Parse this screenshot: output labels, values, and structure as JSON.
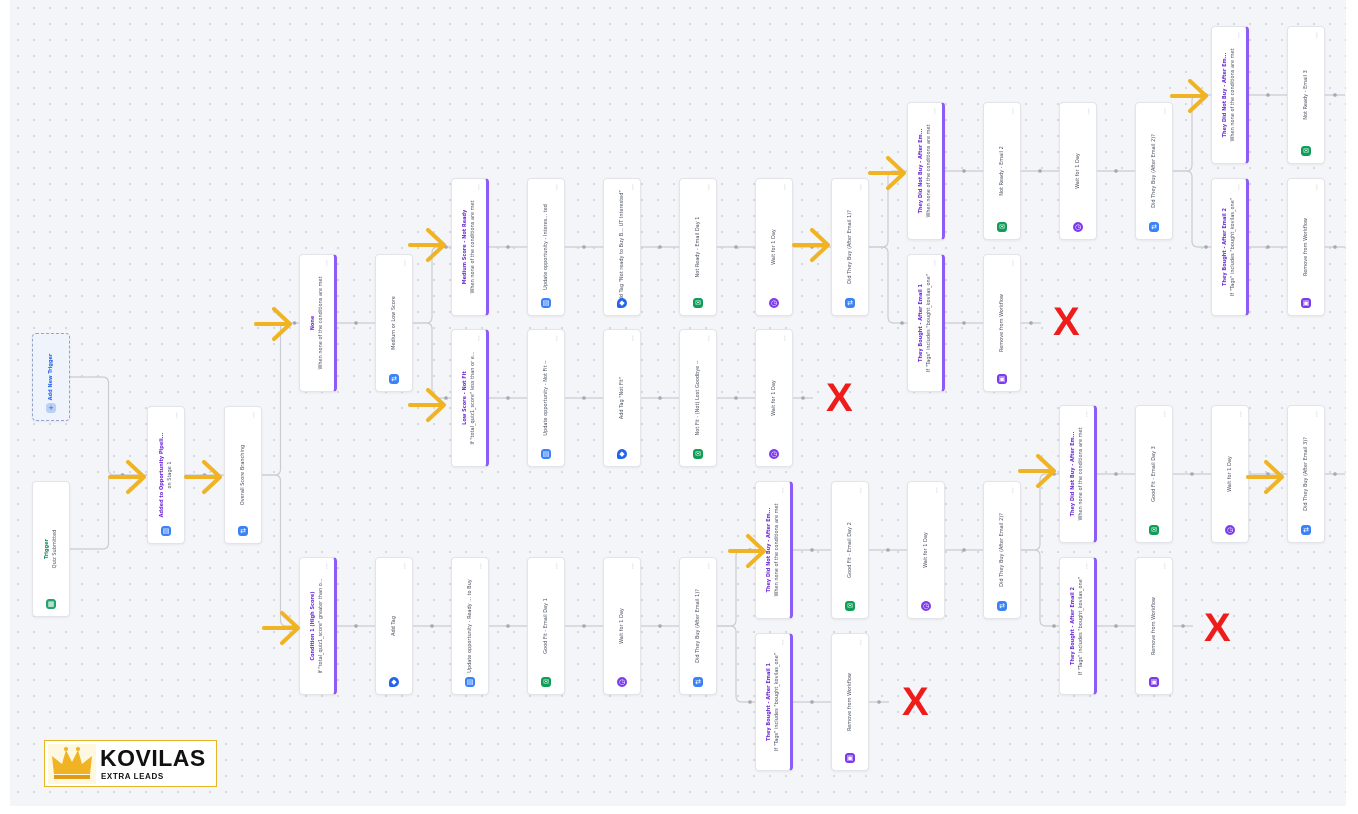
{
  "brand": {
    "name": "KOVILAS",
    "tagline": "EXTRA LEADS",
    "accent": "#f0b323"
  },
  "colors": {
    "arrow": "#f0b323",
    "x_mark": "#ef1c1c",
    "branch_border": "#8b5cf6",
    "connector": "#c9ccd4"
  },
  "canvas": {
    "end_marker": "X"
  },
  "nodes": {
    "add_trigger": {
      "title": "Add New Trigger",
      "sub": "",
      "icon": "plus-icon"
    },
    "trigger": {
      "title": "Trigger",
      "sub": "Quiz Submitted",
      "icon": "form-icon"
    },
    "added_opp": {
      "title": "Added to Opportunity Pipeli...",
      "sub": "on Stage 1",
      "icon": "opportunity-icon"
    },
    "overall_score": {
      "title": "",
      "sub": "Overall Score Branching",
      "icon": "if-else-icon"
    },
    "branch_none": {
      "title": "None",
      "sub": "When none of the conditions are met",
      "icon": "branch-icon"
    },
    "medium_low": {
      "title": "",
      "sub": "Medium or Low Score",
      "icon": "if-else-icon"
    },
    "med_not_ready": {
      "title": "Medium Score - Not Ready",
      "sub": "When none of the conditions are met",
      "icon": "branch-icon"
    },
    "low_not_fit": {
      "title": "Low Score - Not Fit",
      "sub": "If \"total_quiz1_score\" less than or e...",
      "icon": "branch-icon"
    },
    "upd_opp_nr": {
      "title": "",
      "sub": "Update opportunity - Interes... ted",
      "icon": "opportunity-icon"
    },
    "add_tag_nr": {
      "title": "",
      "sub": "Add Tag \"Not ready to Buy B... UT Interested\"",
      "icon": "tag-icon"
    },
    "email_nr_1": {
      "title": "",
      "sub": "Not Ready - Email Day 1",
      "icon": "email-icon"
    },
    "wait_1": {
      "title": "",
      "sub": "Wait for 1 Day",
      "icon": "wait-icon"
    },
    "did_buy_1": {
      "title": "",
      "sub": "Did They Buy (After Email 1)?",
      "icon": "if-else-icon"
    },
    "not_buy_a": {
      "title": "They Did Not Buy - After Em...",
      "sub": "When none of the conditions are met",
      "icon": "branch-icon"
    },
    "bought_a": {
      "title": "They Bought - After Email 1",
      "sub": "If \"Tags\" includes \"bought_kovilas_one\"",
      "icon": "branch-icon"
    },
    "email_nr_2": {
      "title": "",
      "sub": "Not Ready - Email 2",
      "icon": "email-icon"
    },
    "wait_2": {
      "title": "",
      "sub": "Wait for 1 Day",
      "icon": "wait-icon"
    },
    "did_buy_2": {
      "title": "",
      "sub": "Did They Buy (After Email 2)?",
      "icon": "if-else-icon"
    },
    "not_buy_b": {
      "title": "They Did Not Buy - After Em...",
      "sub": "When none of the conditions are met",
      "icon": "branch-icon"
    },
    "bought_b": {
      "title": "They Bought - After Email 2",
      "sub": "If \"Tags\" includes \"bought_kovilas_one\"",
      "icon": "branch-icon"
    },
    "email_nr_3": {
      "title": "",
      "sub": "Not Ready - Email 3",
      "icon": "email-icon"
    },
    "remove_a": {
      "title": "",
      "sub": "Remove from Workflow",
      "icon": "remove-icon"
    },
    "remove_b": {
      "title": "",
      "sub": "Remove from Workflow",
      "icon": "remove-icon"
    },
    "upd_opp_nf": {
      "title": "",
      "sub": "Update opportunity - Not Fit --",
      "icon": "opportunity-icon"
    },
    "add_tag_nf": {
      "title": "",
      "sub": "Add Tag \"Not Fit\"",
      "icon": "tag-icon"
    },
    "email_nf": {
      "title": "",
      "sub": "Not Fit - (Not) Lost Goodbye --",
      "icon": "email-icon"
    },
    "wait_nf": {
      "title": "",
      "sub": "Wait for 1 Day",
      "icon": "wait-icon"
    },
    "cond_high": {
      "title": "Condition 1 (High Score)",
      "sub": "If \"total_quiz1_score\" greater than o...",
      "icon": "branch-icon"
    },
    "add_tag_h": {
      "title": "",
      "sub": "Add Tag",
      "icon": "tag-icon"
    },
    "upd_opp_h": {
      "title": "",
      "sub": "Update opportunity - Ready ... to Buy",
      "icon": "opportunity-icon"
    },
    "email_fit_1": {
      "title": "",
      "sub": "Good Fit - Email Day 1",
      "icon": "email-icon"
    },
    "wait_h1": {
      "title": "",
      "sub": "Wait for 1 Day",
      "icon": "wait-icon"
    },
    "did_buy_h1": {
      "title": "",
      "sub": "Did They Buy (After Email 1)?",
      "icon": "if-else-icon"
    },
    "not_buy_h1": {
      "title": "They Did Not Buy - After Em...",
      "sub": "When none of the conditions are met",
      "icon": "branch-icon"
    },
    "bought_h1": {
      "title": "They Bought - After Email 1",
      "sub": "If \"Tags\" includes \"bought_kovilas_one\"",
      "icon": "branch-icon"
    },
    "email_fit_2": {
      "title": "",
      "sub": "Good Fit - Email Day 2",
      "icon": "email-icon"
    },
    "remove_h1": {
      "title": "",
      "sub": "Remove from Workflow",
      "icon": "remove-icon"
    },
    "wait_h2": {
      "title": "",
      "sub": "Wait for 1 Day",
      "icon": "wait-icon"
    },
    "did_buy_h2": {
      "title": "",
      "sub": "Did They Buy (After Email 2)?",
      "icon": "if-else-icon"
    },
    "not_buy_h2": {
      "title": "They Did Not Buy - After Em...",
      "sub": "When none of the conditions are met",
      "icon": "branch-icon"
    },
    "bought_h2": {
      "title": "They Bought - After Email 2",
      "sub": "If \"Tags\" includes \"bought_kovilas_one\"",
      "icon": "branch-icon"
    },
    "email_fit_3": {
      "title": "",
      "sub": "Good Fit - Email Day 3",
      "icon": "email-icon"
    },
    "remove_h2": {
      "title": "",
      "sub": "Remove from Workflow",
      "icon": "remove-icon"
    },
    "wait_h3": {
      "title": "",
      "sub": "Wait for 1 Day",
      "icon": "wait-icon"
    },
    "did_buy_h3": {
      "title": "",
      "sub": "Did They Buy (After Email 3)?",
      "icon": "if-else-icon"
    }
  }
}
